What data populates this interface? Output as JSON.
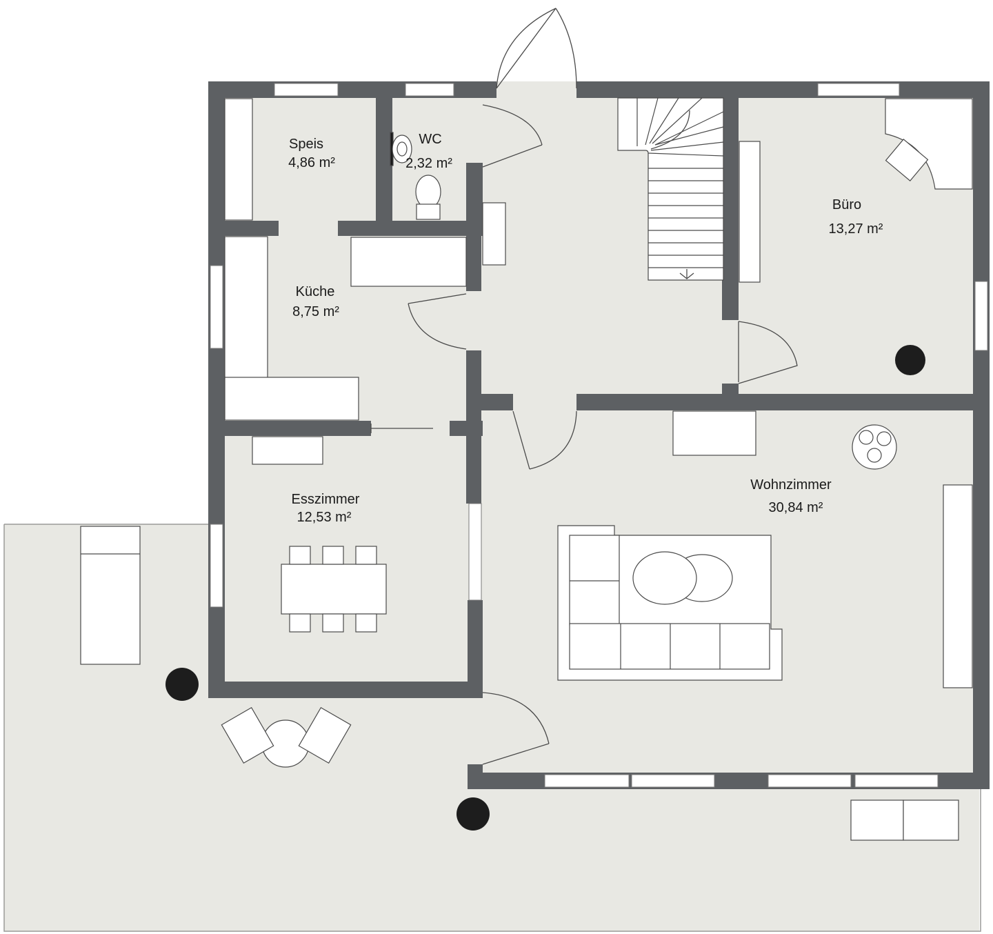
{
  "plan": {
    "rooms": [
      {
        "id": "speis",
        "name": "Speis",
        "area": "4,86 m²"
      },
      {
        "id": "wc",
        "name": "WC",
        "area": "2,32 m²"
      },
      {
        "id": "buero",
        "name": "Büro",
        "area": "13,27 m²"
      },
      {
        "id": "kueche",
        "name": "Küche",
        "area": "8,75 m²"
      },
      {
        "id": "esszimmer",
        "name": "Esszimmer",
        "area": "12,53 m²"
      },
      {
        "id": "wohnzimmer",
        "name": "Wohnzimmer",
        "area": "30,84 m²"
      }
    ],
    "colors": {
      "wall": "#5d6063",
      "floor": "#e8e8e3",
      "furniture": "#ffffff"
    }
  }
}
